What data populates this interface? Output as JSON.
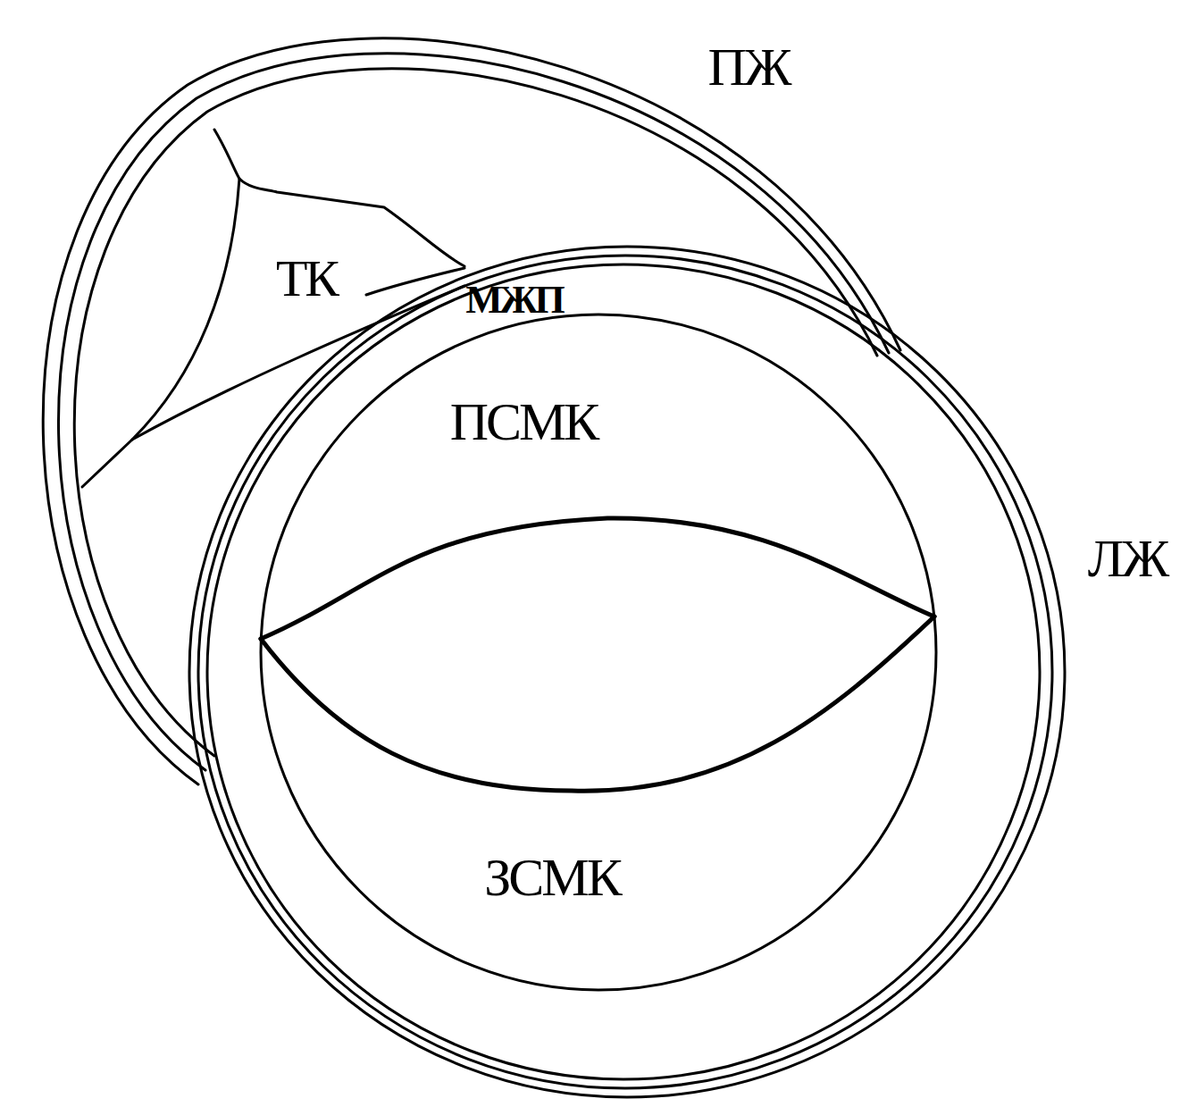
{
  "diagram": {
    "labels": [
      "ПЖ",
      "ТК",
      "МЖП",
      "ПСМК",
      "ЛЖ",
      "ЗСМК"
    ]
  }
}
